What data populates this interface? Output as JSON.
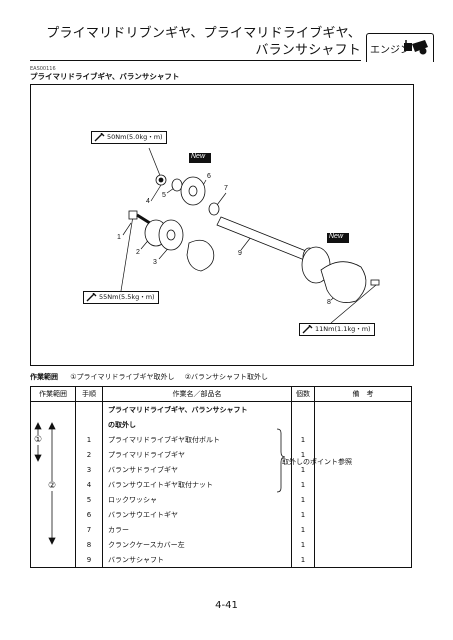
{
  "header": {
    "title_line1": "プライマリドリブンギヤ、プライマリドライブギヤ、",
    "title_line2": "バランサシャフト",
    "tab_label": "エンジン",
    "tab_icon": "engine-icon"
  },
  "section": {
    "code": "EAS00116",
    "title": "プライマリドライブギヤ、バランサシャフト"
  },
  "diagram": {
    "torque_1": "50Nm(5.0kg・m)",
    "torque_2": "55Nm(5.5kg・m)",
    "torque_3": "11Nm(1.1kg・m)",
    "new_1": "New",
    "new_2": "New",
    "callouts": [
      "1",
      "2",
      "3",
      "4",
      "5",
      "6",
      "7",
      "8",
      "9"
    ]
  },
  "scope": {
    "label": "作業範囲",
    "item1": "①プライマリドライブギヤ取外し",
    "item2": "②バランサシャフト取外し"
  },
  "table": {
    "headers": [
      "作業範囲",
      "手順",
      "作業名／部品名",
      "個数",
      "備　考"
    ],
    "group_title_1": "プライマリドライブギヤ、バランサシャフト",
    "group_title_2": "の取外し",
    "rows": [
      {
        "no": "1",
        "name": "プライマリドライブギヤ取付ボルト",
        "qty": "1"
      },
      {
        "no": "2",
        "name": "プライマリドライブギヤ",
        "qty": "1"
      },
      {
        "no": "3",
        "name": "バランサドライブギヤ",
        "qty": "1"
      },
      {
        "no": "4",
        "name": "バランサウエイトギヤ取付ナット",
        "qty": "1"
      },
      {
        "no": "5",
        "name": "ロックワッシャ",
        "qty": "1"
      },
      {
        "no": "6",
        "name": "バランサウエイトギヤ",
        "qty": "1"
      },
      {
        "no": "7",
        "name": "カラー",
        "qty": "1"
      },
      {
        "no": "8",
        "name": "クランクケースカバー左",
        "qty": "1"
      },
      {
        "no": "9",
        "name": "バランサシャフト",
        "qty": "1"
      }
    ],
    "remark": "取外しのポイント参照",
    "scope_mark_1": "①",
    "scope_mark_2": "②"
  },
  "page_number": "4-41"
}
